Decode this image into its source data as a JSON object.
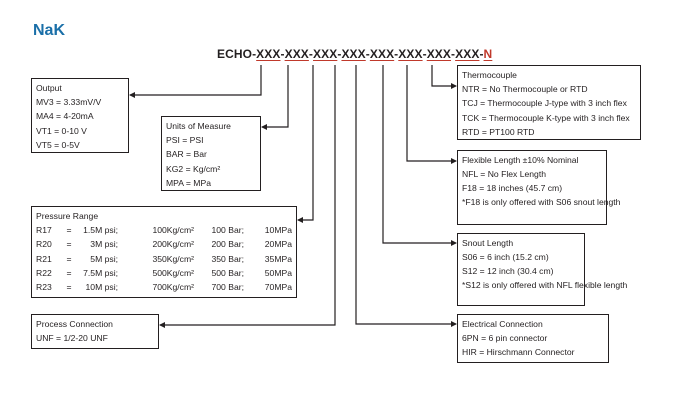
{
  "title": "NaK",
  "model_code": {
    "prefix": "ECHO-",
    "segments": [
      "XXX",
      "XXX",
      "XXX",
      "XXX",
      "XXX",
      "XXX",
      "XXX",
      "XXX"
    ],
    "separator": "-",
    "suffix_sep": "-",
    "suffix": "N"
  },
  "output": {
    "heading": "Output",
    "rows": [
      "MV3  =  3.33mV/V",
      "MA4  =  4-20mA",
      "VT1  =  0-10 V",
      "VT5  =  0-5V"
    ]
  },
  "units": {
    "heading": "Units of Measure",
    "rows": [
      "PSI  =  PSI",
      "BAR  =  Bar",
      "KG2  =  Kg/cm²",
      "MPA  =  MPa"
    ]
  },
  "pressure": {
    "heading": "Pressure Range",
    "rows": [
      [
        "R17",
        "=",
        "1.5M psi;",
        "100Kg/cm²",
        "100 Bar;",
        "10MPa"
      ],
      [
        "R20",
        "=",
        "3M psi;",
        "200Kg/cm²",
        "200 Bar;",
        "20MPa"
      ],
      [
        "R21",
        "=",
        "5M psi;",
        "350Kg/cm²",
        "350 Bar;",
        "35MPa"
      ],
      [
        "R22",
        "=",
        "7.5M psi;",
        "500Kg/cm²",
        "500 Bar;",
        "50MPa"
      ],
      [
        "R23",
        "=",
        "10M psi;",
        "700Kg/cm²",
        "700 Bar;",
        "70MPa"
      ]
    ]
  },
  "process": {
    "heading": "Process Connection",
    "rows": [
      "UNF  =  1/2-20 UNF"
    ]
  },
  "thermocouple": {
    "heading": "Thermocouple",
    "rows": [
      "NTR  =  No Thermocouple or RTD",
      "TCJ  =  Thermocouple J-type with 3 inch flex",
      "TCK  =  Thermocouple K-type with 3 inch flex",
      "RTD  =  PT100 RTD"
    ]
  },
  "flexible": {
    "heading": "Flexible Length ±10% Nominal",
    "rows": [
      "NFL  =  No Flex Length",
      "F18  =  18 inches (45.7 cm)",
      "*F18 is only offered with S06 snout length"
    ]
  },
  "snout": {
    "heading": "Snout Length",
    "rows": [
      "S06  =  6 inch (15.2 cm)",
      "S12  =  12 inch (30.4 cm)",
      "*S12 is only offered with NFL flexible length"
    ]
  },
  "electrical": {
    "heading": "Electrical Connection",
    "rows": [
      "6PN     =     6 pin connector",
      "HIR     =     Hirschmann Connector"
    ]
  }
}
